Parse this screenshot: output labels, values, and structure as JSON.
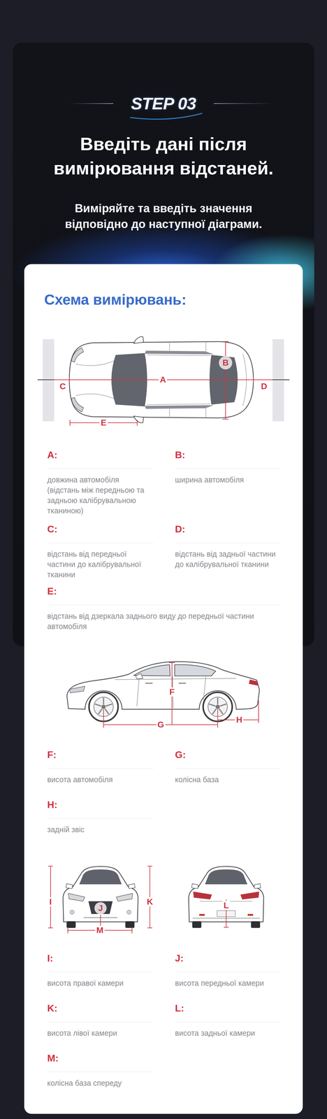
{
  "diagram": {
    "title": "Введіть дані після вимірювання відстаней.",
    "nodes": [
      {
        "text": [
          "Схема вимірювань:"
        ]
      },
      {
        "text": [
          "A:",
          "довжина автомобіля (відстань між передньою та задньою калібрувальною тканиною)"
        ],
        "in": 0
      },
      {
        "text": [
          "B:",
          "ширина автомобіля"
        ],
        "in": 0
      },
      {
        "text": [
          "C:",
          "відстань від передньої частини до калібрувальної тканини"
        ],
        "in": 0
      },
      {
        "text": [
          "D:",
          "відстань від задньої частини до калібрувальної тканини"
        ],
        "in": 0
      },
      {
        "text": [
          "E:",
          "відстань від дзеркала заднього виду до передньої частини автомобіля"
        ],
        "in": 0
      },
      {
        "text": [
          "F:",
          "висота автомобіля"
        ],
        "in": 0
      },
      {
        "text": [
          "G:",
          "колісна база"
        ],
        "in": 0
      },
      {
        "text": [
          "H:",
          "задній звіс"
        ],
        "in": 0
      },
      {
        "text": [
          "I:",
          "висота правої камери"
        ],
        "in": 0
      },
      {
        "text": [
          "J:",
          "висота передньої камери"
        ],
        "in": 0
      },
      {
        "text": [
          "K:",
          "висота лівої камери"
        ],
        "in": 0
      },
      {
        "text": [
          "L:",
          "висота задньої камери"
        ],
        "in": 0
      },
      {
        "text": [
          "M:",
          "колісна база спереду"
        ],
        "in": 0
      }
    ],
    "labels": [
      "STEP 03",
      "Виміряйте та введіть значення відповідно до наступної діаграми.",
      "B",
      "A",
      "C",
      "D",
      "E",
      "F",
      "H",
      "G",
      "I",
      "K",
      "L",
      "J",
      "M"
    ]
  }
}
